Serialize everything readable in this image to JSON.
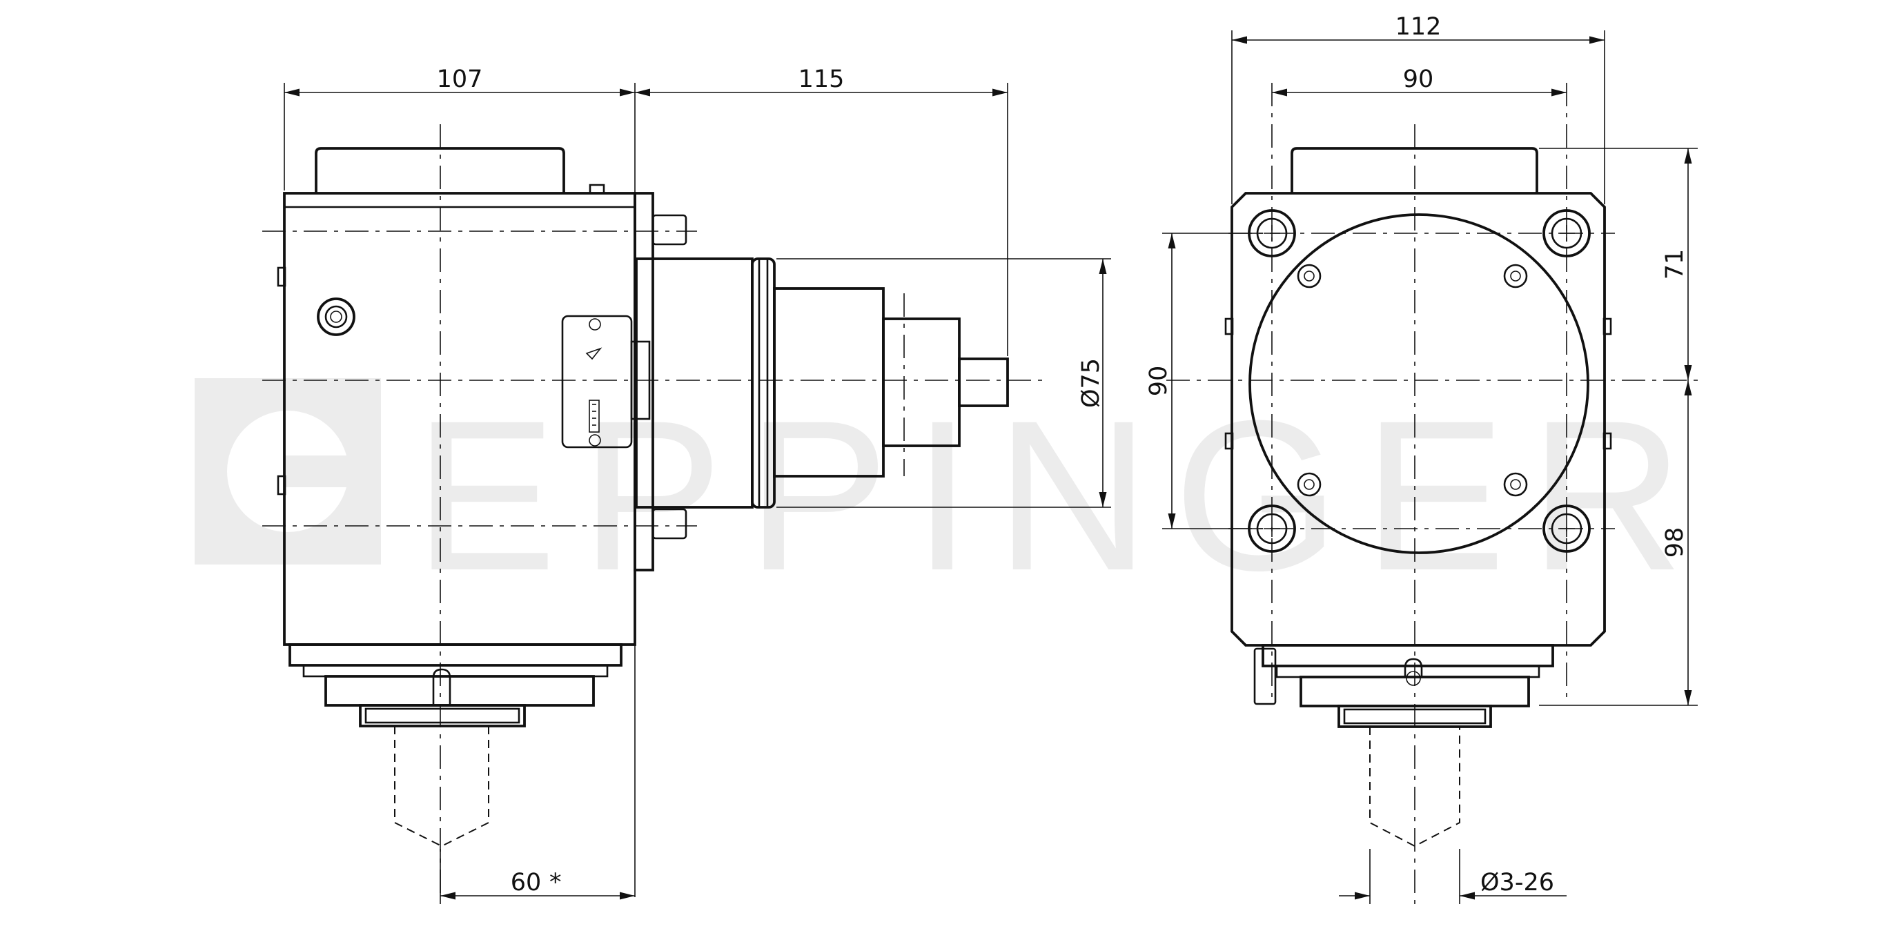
{
  "watermark": "EPPINGER",
  "dimensions": {
    "side_width": "107",
    "side_shaft": "115",
    "side_offset": "60",
    "side_offset_mark": "*",
    "diameter_75": "Ø75",
    "front_width_112": "112",
    "front_width_90": "90",
    "front_height_90": "90",
    "front_height_71": "71",
    "front_height_98": "98",
    "collet_range": "Ø3-26"
  },
  "colors": {
    "ink": "#111111",
    "watermark": "#ececec",
    "background": "#ffffff"
  }
}
